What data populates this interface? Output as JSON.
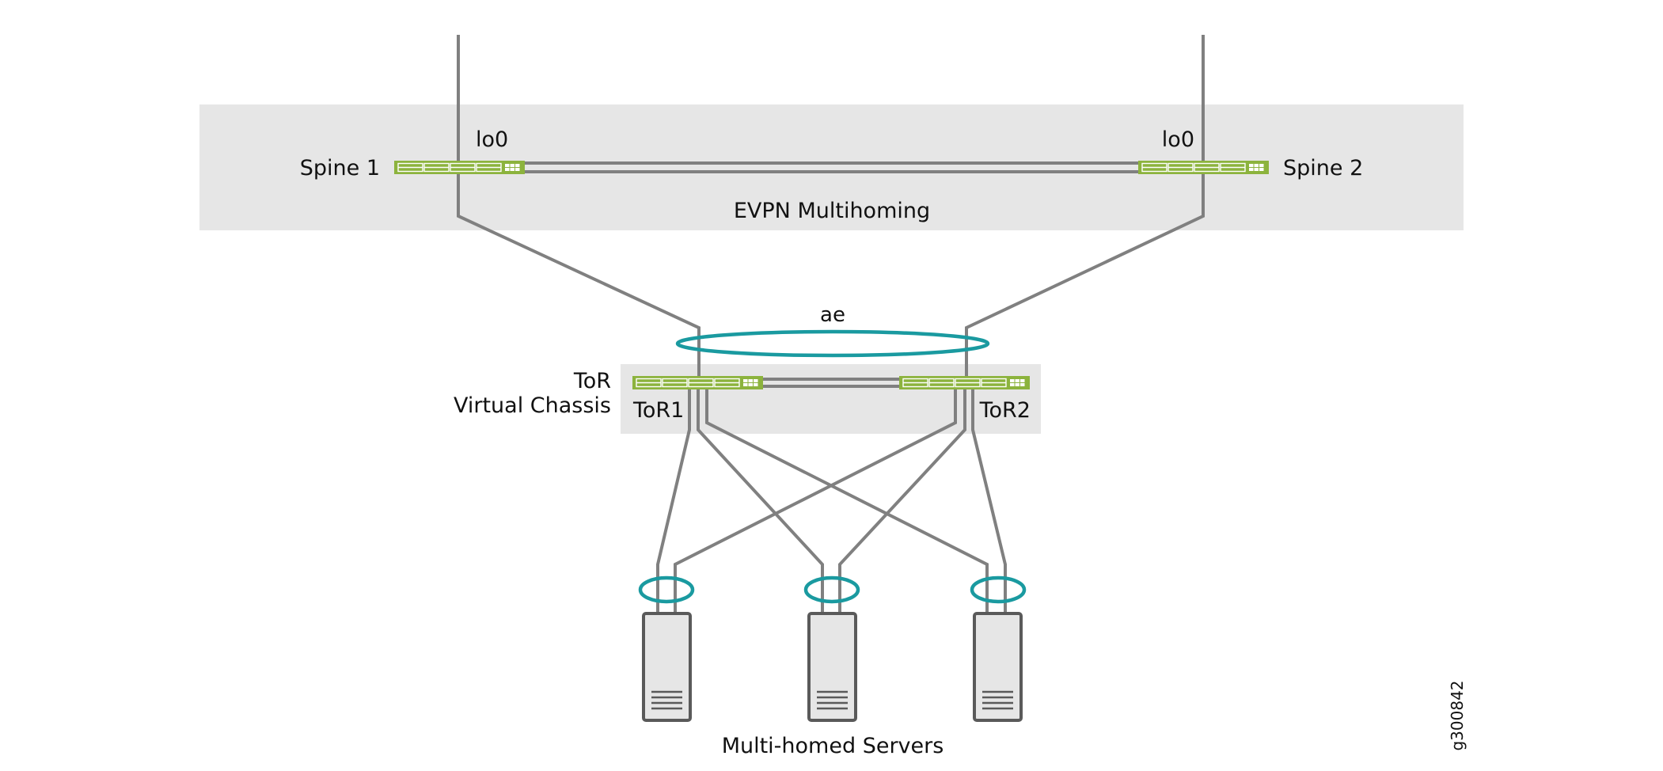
{
  "diagram": {
    "figure_id": "g300842",
    "colors": {
      "switch_fill": "#8cb33d",
      "link": "#808080",
      "aggregate_ring": "#1a9aa0",
      "zone_background": "#e6e6e6",
      "server_fill": "#e6e6e6",
      "server_stroke": "#5a5a5a"
    },
    "zones": {
      "spine": {
        "label": "EVPN Multihoming"
      },
      "tor": {
        "label_line1": "ToR",
        "label_line2": "Virtual Chassis"
      }
    },
    "spines": [
      {
        "id": "spine1",
        "label": "Spine 1",
        "loopback_label": "lo0"
      },
      {
        "id": "spine2",
        "label": "Spine 2",
        "loopback_label": "lo0"
      }
    ],
    "tors": [
      {
        "id": "tor1",
        "label": "ToR1"
      },
      {
        "id": "tor2",
        "label": "ToR2"
      }
    ],
    "aggregate_label": "ae",
    "servers": {
      "label": "Multi-homed Servers",
      "items": [
        {
          "id": "server1"
        },
        {
          "id": "server2"
        },
        {
          "id": "server3"
        }
      ]
    }
  }
}
